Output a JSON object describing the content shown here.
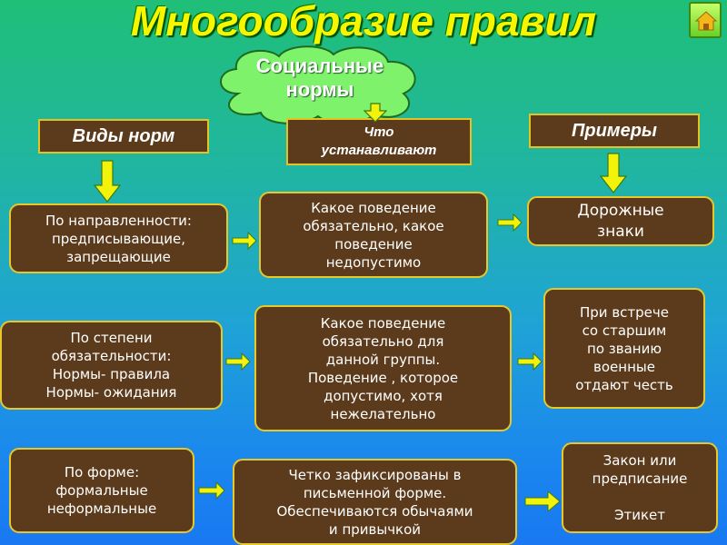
{
  "title": "Многообразие правил",
  "cloud": {
    "text": "Социальные нормы"
  },
  "headers": {
    "types": "Виды норм",
    "what": "Что устанавливают",
    "examples": "Примеры"
  },
  "rows": [
    {
      "type": "По направленности:\nпредписывающие,\nзапрещающие",
      "what": "Какое поведение\nобязательно, какое\nповедение\nнедопустимо",
      "example": "Дорожные\nзнаки"
    },
    {
      "type": "По степени\nобязательности:\nНормы- правила\nНормы- ожидания",
      "what": "Какое поведение\nобязательно для\nданной группы.\nПоведение , которое\nдопустимо, хотя\nнежелательно",
      "example": "При встрече\nсо старшим\nпо званию\nвоенные\nотдают честь"
    },
    {
      "type": "По форме:\nформальные\nнеформальные",
      "what": "Четко зафиксированы в\nписьменной форме.\nОбеспечиваются обычаями\nи привычкой",
      "example": "Закон или\nпредписание\n\nЭтикет"
    }
  ],
  "colors": {
    "box_fill": "#5c3b1c",
    "box_border": "#e6c82a",
    "title": "#f6f600",
    "arrow": "#f2f20a",
    "cloud": "#7df26a"
  },
  "icons": {
    "home": "home-icon",
    "arrow_down": "arrow-down-icon",
    "arrow_right": "arrow-right-icon"
  }
}
